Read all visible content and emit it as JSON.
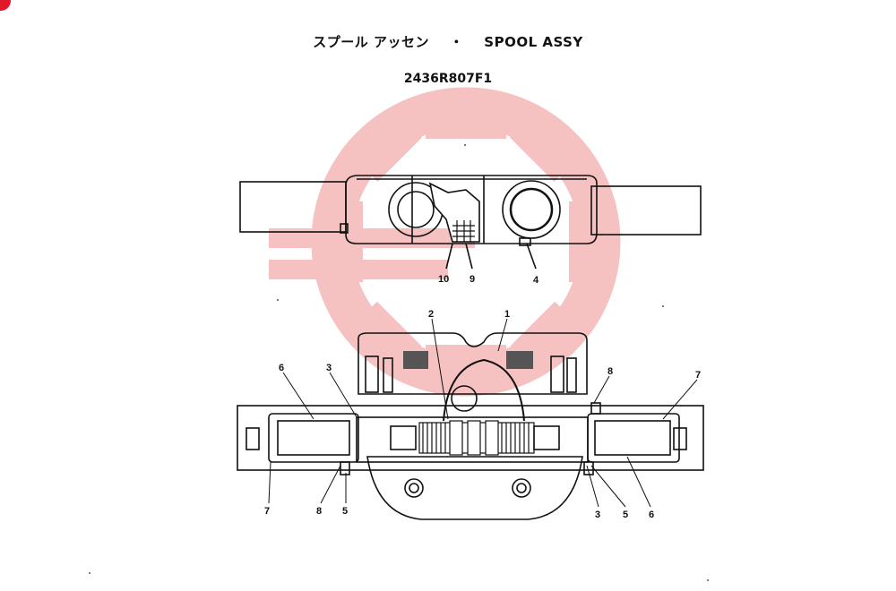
{
  "header": {
    "title_jp": "スプール アッセン",
    "separator": "・",
    "title_en": "SPOOL ASSY",
    "part_number": "2436R807F1"
  },
  "callouts": {
    "top_view": [
      "10",
      "9",
      "4"
    ],
    "section_view_top": [
      "2",
      "1",
      "6",
      "3",
      "8",
      "7"
    ],
    "section_view_bottom": [
      "7",
      "8",
      "5",
      "3",
      "5",
      "6"
    ]
  },
  "colors": {
    "watermark": "#f4b7b7",
    "badge": "#e0182a",
    "line": "#111111"
  }
}
